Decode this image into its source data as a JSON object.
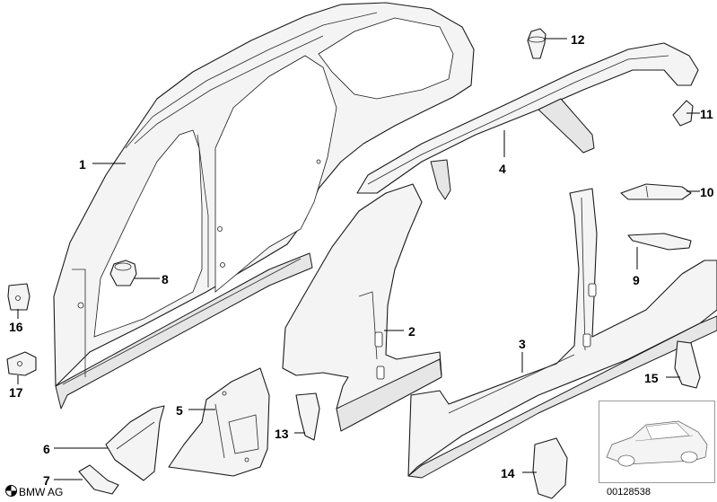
{
  "callouts": [
    {
      "id": "1",
      "label": "1"
    },
    {
      "id": "2",
      "label": "2"
    },
    {
      "id": "3",
      "label": "3"
    },
    {
      "id": "4",
      "label": "4"
    },
    {
      "id": "5",
      "label": "5"
    },
    {
      "id": "6",
      "label": "6"
    },
    {
      "id": "7",
      "label": "7"
    },
    {
      "id": "8",
      "label": "8"
    },
    {
      "id": "9",
      "label": "9"
    },
    {
      "id": "10",
      "label": "10"
    },
    {
      "id": "11",
      "label": "11"
    },
    {
      "id": "12",
      "label": "12"
    },
    {
      "id": "13",
      "label": "13"
    },
    {
      "id": "14",
      "label": "14"
    },
    {
      "id": "15",
      "label": "15"
    },
    {
      "id": "16",
      "label": "16"
    },
    {
      "id": "17",
      "label": "17"
    }
  ],
  "brand": {
    "text": "BMW AG"
  },
  "diagram_code": "00128538",
  "colors": {
    "line": "#1a1a1a",
    "fill": "#f4f4f4",
    "background": "#ffffff"
  }
}
